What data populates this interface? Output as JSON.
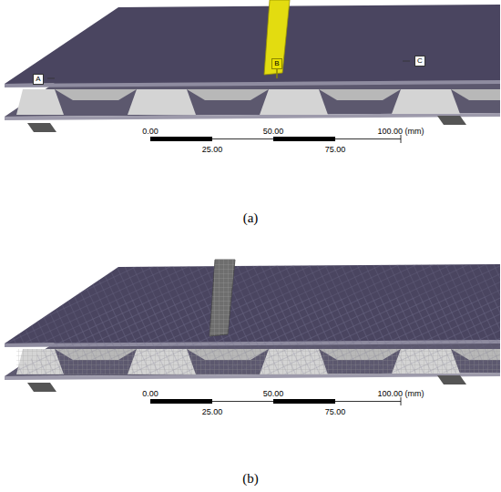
{
  "diagram": {
    "labels": [
      "A",
      "B",
      "C",
      "0.00",
      "25.00",
      "50.00",
      "75.00",
      "100.00 (mm)",
      "(a)",
      "0.00",
      "25.00",
      "50.00",
      "75.00",
      "100.00 (mm)",
      "(b)"
    ]
  }
}
